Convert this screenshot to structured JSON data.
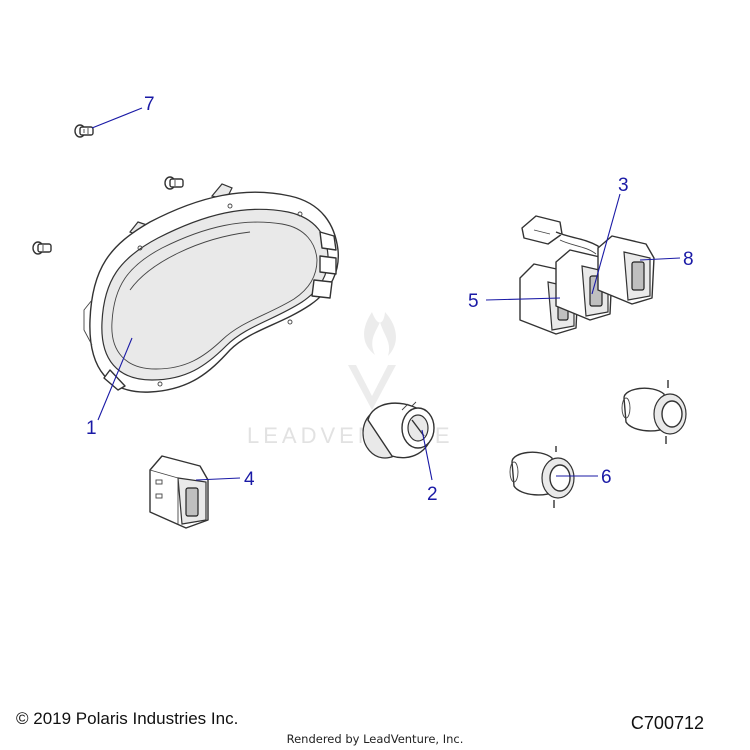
{
  "diagram": {
    "callouts": [
      {
        "id": "1",
        "label": "1"
      },
      {
        "id": "2",
        "label": "2"
      },
      {
        "id": "3",
        "label": "3"
      },
      {
        "id": "4",
        "label": "4"
      },
      {
        "id": "5",
        "label": "5"
      },
      {
        "id": "6",
        "label": "6"
      },
      {
        "id": "7",
        "label": "7"
      },
      {
        "id": "8",
        "label": "8"
      }
    ],
    "watermark": "LEADVENTURE"
  },
  "footer": {
    "copyright": "© 2019 Polaris Industries Inc.",
    "part_number": "C700712",
    "rendered_by": "Rendered by LeadVenture, Inc."
  },
  "colors": {
    "callout": "#1a1aa6",
    "line_art": "#333333",
    "watermark": "#e2e2e2"
  }
}
